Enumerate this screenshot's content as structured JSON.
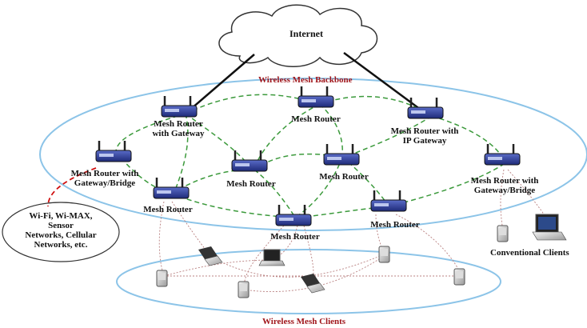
{
  "labels": {
    "internet": "Internet",
    "backbone": "Wireless Mesh Backbone",
    "clients": "Wireless Mesh Clients",
    "conventional": "Conventional Clients",
    "other_networks": [
      "Wi-Fi, Wi-MAX,",
      "Sensor",
      "Networks, Cellular",
      "Networks, etc."
    ]
  },
  "routers": [
    {
      "id": "gw",
      "label": [
        "Mesh Router",
        "with Gateway"
      ]
    },
    {
      "id": "top",
      "label": [
        "Mesh Router"
      ]
    },
    {
      "id": "ipgw",
      "label": [
        "Mesh Router with",
        "IP Gateway"
      ]
    },
    {
      "id": "brl",
      "label": [
        "Mesh Router with",
        "Gateway/Bridge"
      ]
    },
    {
      "id": "mid",
      "label": [
        "Mesh Router"
      ]
    },
    {
      "id": "ctr",
      "label": [
        "Mesh Router"
      ]
    },
    {
      "id": "brr",
      "label": [
        "Mesh Router with",
        "Gateway/Bridge"
      ]
    },
    {
      "id": "ml",
      "label": [
        "Mesh Router"
      ]
    },
    {
      "id": "bc",
      "label": [
        "Mesh Router"
      ]
    },
    {
      "id": "br",
      "label": [
        "Mesh Router"
      ]
    }
  ],
  "colors": {
    "ellipse": "#8cc4e8",
    "mesh_link": "#3c9a3c",
    "client_link": "#b98080",
    "bridge_link": "#d01010",
    "router_body": "#2f3f9a",
    "label_red": "#a0161b"
  }
}
